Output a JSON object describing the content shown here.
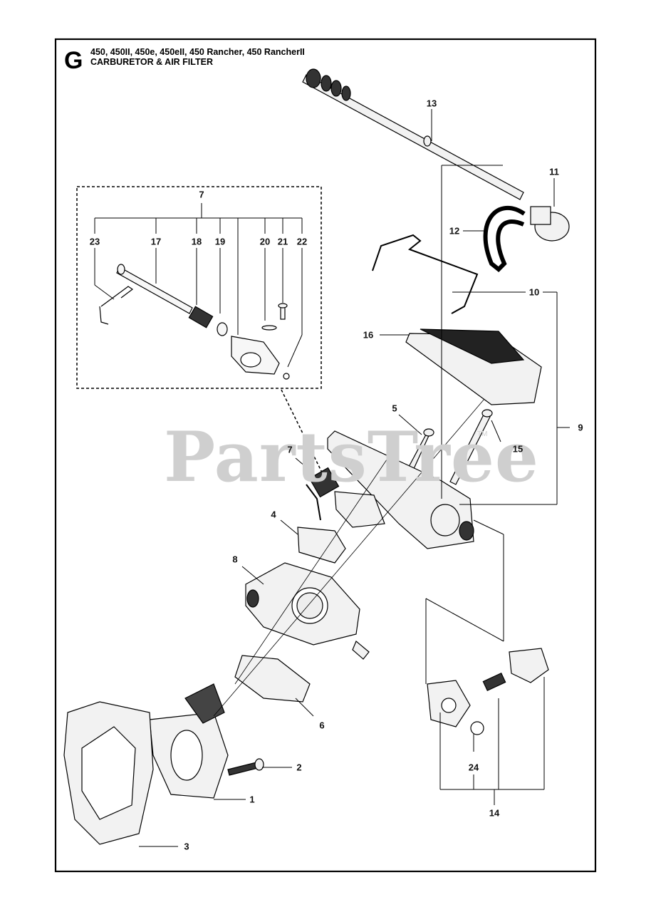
{
  "header": {
    "section_letter": "G",
    "models": "450, 450II, 450e, 450eII, 450 Rancher, 450 RancherII",
    "title": "CARBURETOR & AIR FILTER"
  },
  "watermark": {
    "text": "PartsTree",
    "trademark": "TM"
  },
  "callouts": [
    {
      "id": "c1",
      "label": "1"
    },
    {
      "id": "c2",
      "label": "2"
    },
    {
      "id": "c3",
      "label": "3"
    },
    {
      "id": "c4",
      "label": "4"
    },
    {
      "id": "c5",
      "label": "5"
    },
    {
      "id": "c6",
      "label": "6"
    },
    {
      "id": "c7a",
      "label": "7"
    },
    {
      "id": "c7b",
      "label": "7"
    },
    {
      "id": "c8",
      "label": "8"
    },
    {
      "id": "c9",
      "label": "9"
    },
    {
      "id": "c10",
      "label": "10"
    },
    {
      "id": "c11",
      "label": "11"
    },
    {
      "id": "c12",
      "label": "12"
    },
    {
      "id": "c13",
      "label": "13"
    },
    {
      "id": "c14",
      "label": "14"
    },
    {
      "id": "c15",
      "label": "15"
    },
    {
      "id": "c16",
      "label": "16"
    },
    {
      "id": "c17",
      "label": "17"
    },
    {
      "id": "c18",
      "label": "18"
    },
    {
      "id": "c19",
      "label": "19"
    },
    {
      "id": "c20",
      "label": "20"
    },
    {
      "id": "c21",
      "label": "21"
    },
    {
      "id": "c22",
      "label": "22"
    },
    {
      "id": "c23",
      "label": "23"
    },
    {
      "id": "c24",
      "label": "24"
    }
  ],
  "colors": {
    "line": "#000000",
    "watermark": "#cfcfcf",
    "part_fill": "#f2f2f2",
    "dark_part": "#2a2a2a"
  }
}
